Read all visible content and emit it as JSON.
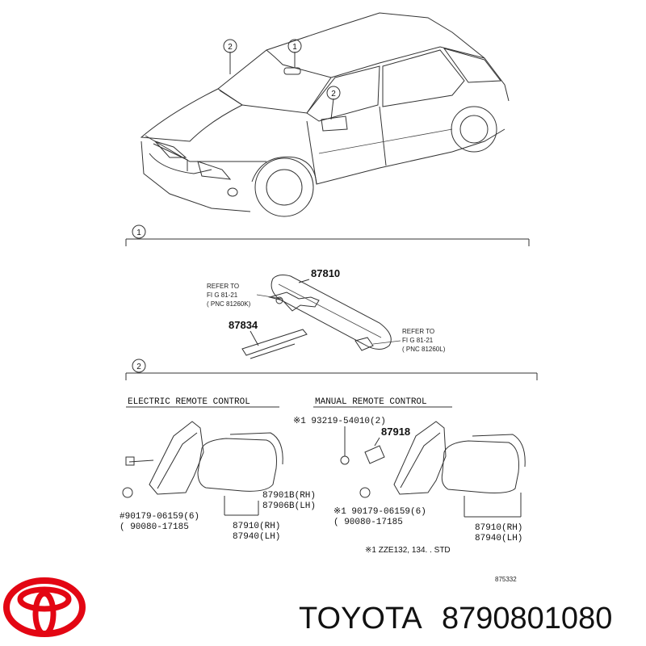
{
  "section_markers": {
    "one": "1",
    "two": "2"
  },
  "car_callouts": [
    "2",
    "1",
    "2"
  ],
  "inner_mirror": {
    "part_main": "87810",
    "part_sub": "87834",
    "refer_left": {
      "l1": "REFER TO",
      "l2": "FI G  81-21",
      "l3": "( PNC  81260K)"
    },
    "refer_right": {
      "l1": "REFER TO",
      "l2": "FI G  81-21",
      "l3": "( PNC  81260L)"
    }
  },
  "electric": {
    "heading": "ELECTRIC  REMOTE  CONTROL",
    "code1": "87901B(RH)",
    "code2": "87906B(LH)",
    "screw1": "#90179-06159(6)",
    "screw2": "( 90080-17185",
    "mirror1": "87910(RH)",
    "mirror2": "87940(LH)"
  },
  "manual": {
    "heading": "MANUAL  REMOTE  CONTROL",
    "note_part": "※1 93219-54010(2)",
    "part_87918": "87918",
    "screw1": "※1 90179-06159(6)",
    "screw2": "( 90080-17185",
    "mirror1": "87910(RH)",
    "mirror2": "87940(LH)"
  },
  "footnote": "※1  ZZE132, 134. . STD",
  "figure_number": "875332",
  "brand": {
    "name": "TOYOTA",
    "part_number": "8790801080",
    "logo_color": "#e30613"
  }
}
